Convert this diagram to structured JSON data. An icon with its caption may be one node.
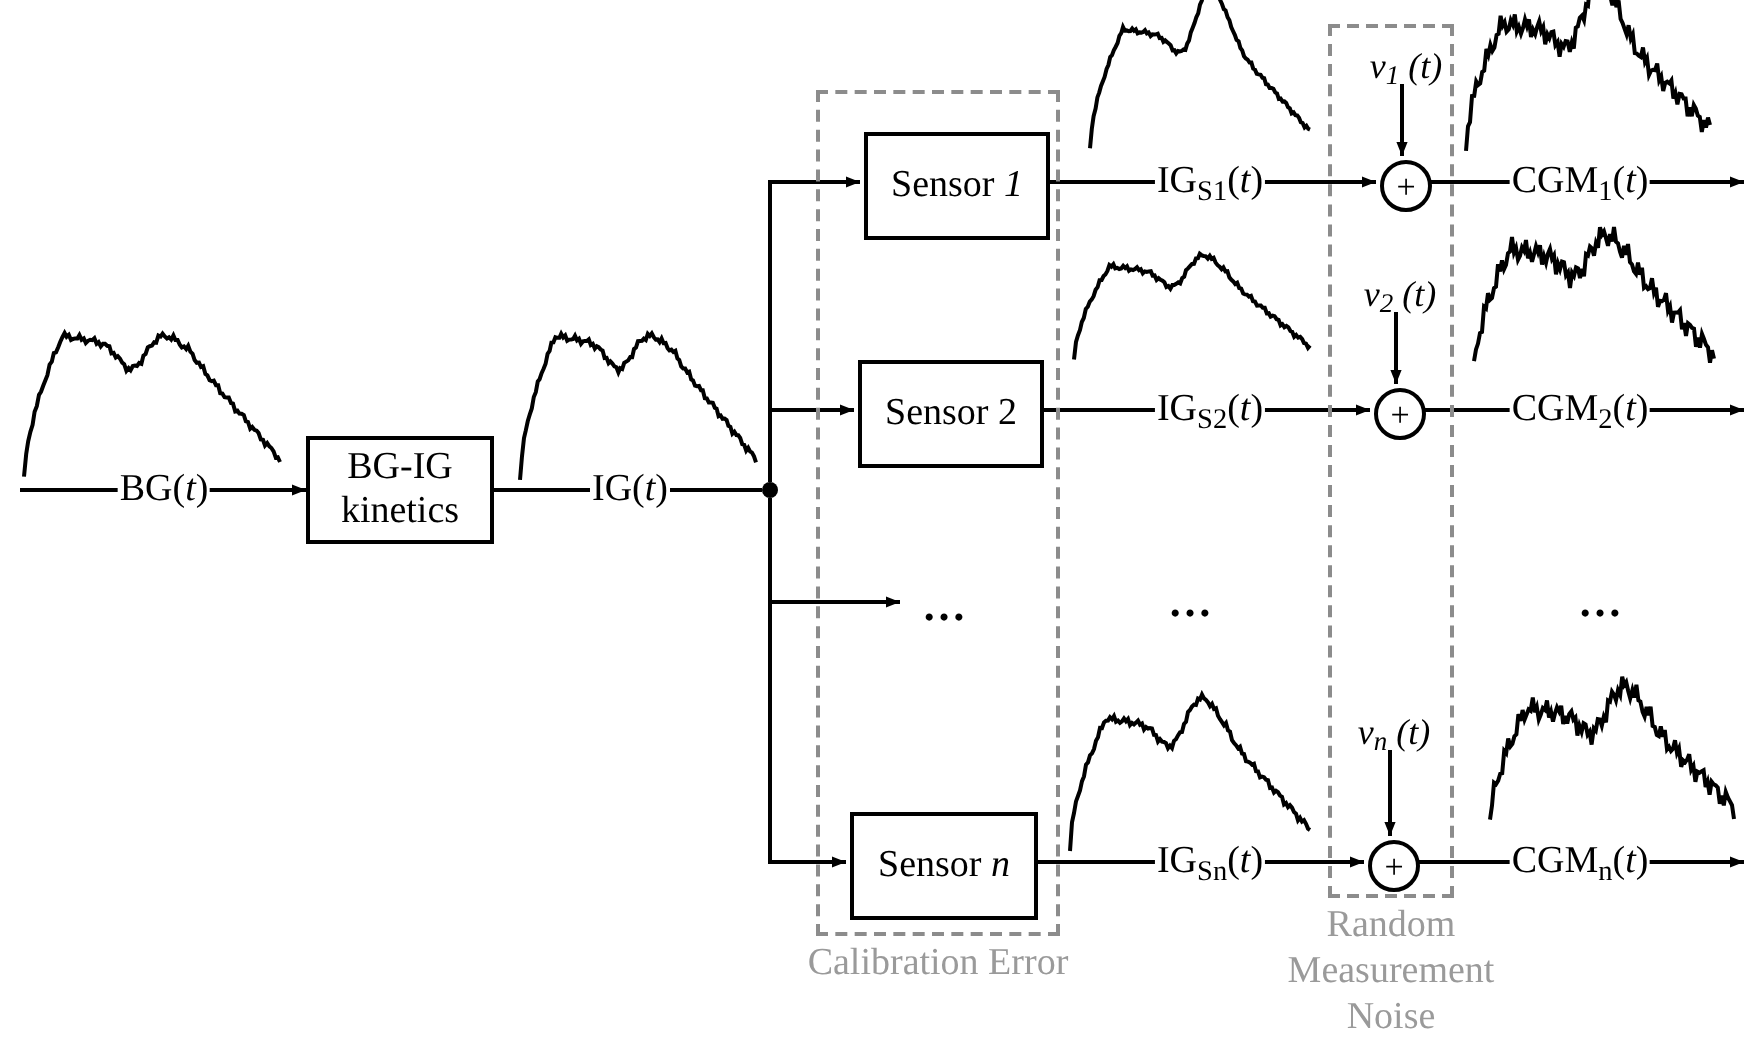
{
  "diagram": {
    "nodes": [
      {
        "text": [
          "Calibration Error"
        ]
      },
      {
        "text": [
          "Random Measurement Noise"
        ]
      },
      {
        "text": [
          "BG-IG kinetics"
        ]
      },
      {
        "text": [
          "Sensor *1*"
        ],
        "in": 0
      },
      {
        "text": [
          "Sensor 2"
        ],
        "in": 0
      },
      {
        "text": [
          "…"
        ],
        "in": 0
      },
      {
        "text": [
          "Sensor *n*"
        ],
        "in": 0
      },
      {
        "text": [
          "+"
        ],
        "in": 1
      },
      {
        "text": [
          "+"
        ],
        "in": 1
      },
      {
        "text": [
          "+"
        ],
        "in": 1
      },
      {
        "text": [
          "v$_{1}$ (t)"
        ],
        "in": 1
      },
      {
        "text": [
          "v$_{2}$ (t)"
        ],
        "in": 1
      },
      {
        "text": [
          "v$_{n}$ (t)"
        ],
        "in": 1
      },
      {
        "text": [],
        "shape": "circle"
      }
    ],
    "edges": [
      {
        "from": null,
        "to": 2,
        "arrow": "to",
        "label": "BG(*t*)"
      },
      {
        "from": 2,
        "to": 13,
        "arrow": "none",
        "label": "IG(*t*)"
      },
      {
        "from": 13,
        "to": 3,
        "arrow": "to"
      },
      {
        "from": 13,
        "to": 4,
        "arrow": "to"
      },
      {
        "from": 13,
        "to": 5,
        "arrow": "to"
      },
      {
        "from": 13,
        "to": 6,
        "arrow": "to"
      },
      {
        "from": 3,
        "to": 7,
        "arrow": "to",
        "label": "IG$_{S1}$(*t*)"
      },
      {
        "from": 4,
        "to": 8,
        "arrow": "to",
        "label": "IG$_{S2}$(*t*)"
      },
      {
        "from": 6,
        "to": 9,
        "arrow": "to",
        "label": "IG$_{Sn}$(*t*)"
      },
      {
        "from": 10,
        "to": 7,
        "arrow": "to"
      },
      {
        "from": 11,
        "to": 8,
        "arrow": "to"
      },
      {
        "from": 12,
        "to": 9,
        "arrow": "to"
      },
      {
        "from": 7,
        "to": null,
        "arrow": "to",
        "label": "CGM$_{1}$(*t*)"
      },
      {
        "from": 8,
        "to": null,
        "arrow": "to",
        "label": "CGM$_{2}$(*t*)"
      },
      {
        "from": 9,
        "to": null,
        "arrow": "to",
        "label": "CGM$_{n}$(*t*)"
      }
    ],
    "labels": [
      "…",
      "…"
    ]
  }
}
